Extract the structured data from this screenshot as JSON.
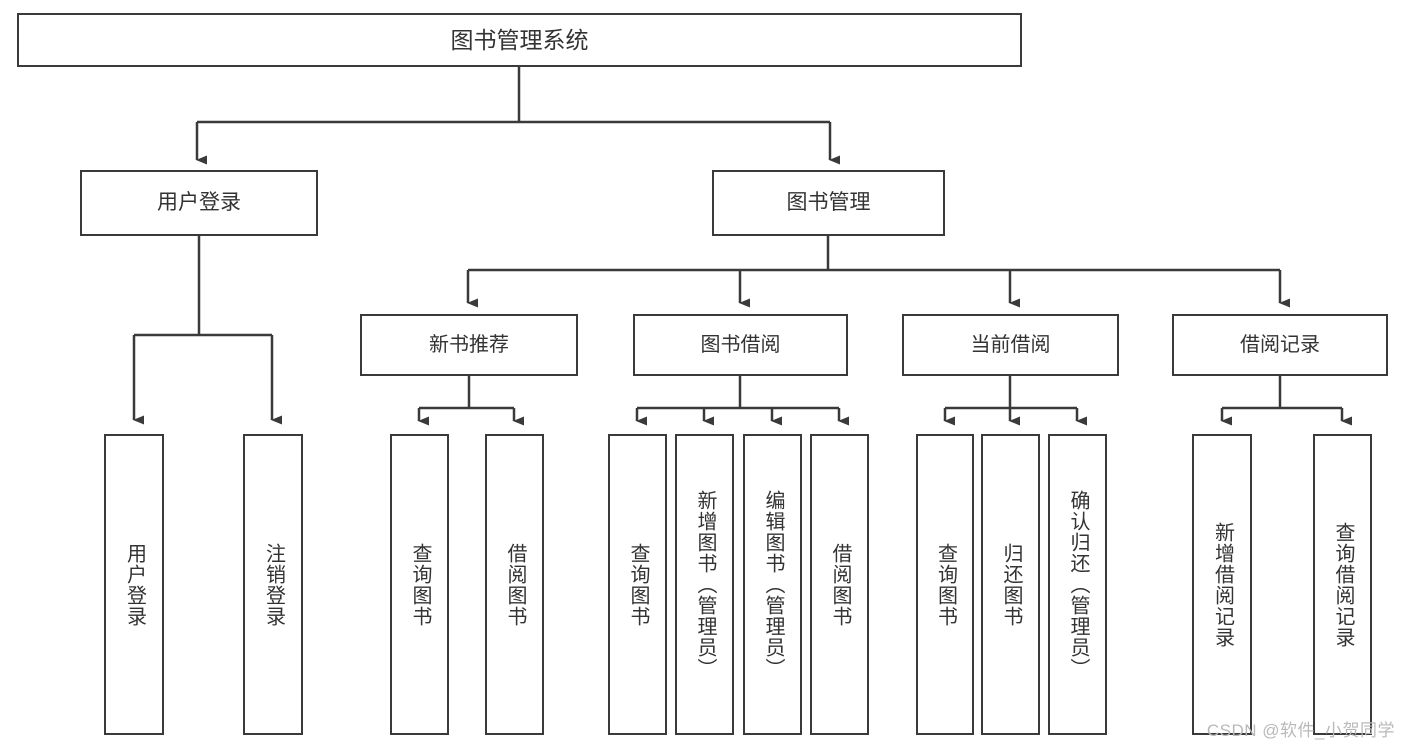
{
  "diagram": {
    "type": "tree",
    "title": "图书管理系统",
    "root": {
      "label": "图书管理系统"
    },
    "level2": [
      {
        "id": "user-login",
        "label": "用户登录"
      },
      {
        "id": "book-management",
        "label": "图书管理"
      }
    ],
    "level3": [
      {
        "id": "new-book-recommend",
        "label": "新书推荐",
        "parent": "book-management"
      },
      {
        "id": "book-borrow",
        "label": "图书借阅",
        "parent": "book-management"
      },
      {
        "id": "current-borrow",
        "label": "当前借阅",
        "parent": "book-management"
      },
      {
        "id": "borrow-record",
        "label": "借阅记录",
        "parent": "book-management"
      }
    ],
    "leaves": [
      {
        "id": "leaf-user-login",
        "label": "用户登录",
        "parent": "user-login"
      },
      {
        "id": "leaf-logout-login",
        "label": "注销登录",
        "parent": "user-login"
      },
      {
        "id": "leaf-query-book-1",
        "label": "查询图书",
        "parent": "new-book-recommend"
      },
      {
        "id": "leaf-borrow-book-1",
        "label": "借阅图书",
        "parent": "new-book-recommend"
      },
      {
        "id": "leaf-query-book-2",
        "label": "查询图书",
        "parent": "book-borrow"
      },
      {
        "id": "leaf-add-book",
        "label": "新增图书（管理员）",
        "parent": "book-borrow"
      },
      {
        "id": "leaf-edit-book",
        "label": "编辑图书（管理员）",
        "parent": "book-borrow"
      },
      {
        "id": "leaf-borrow-book-2",
        "label": "借阅图书",
        "parent": "book-borrow"
      },
      {
        "id": "leaf-query-book-3",
        "label": "查询图书",
        "parent": "current-borrow"
      },
      {
        "id": "leaf-return-book",
        "label": "归还图书",
        "parent": "current-borrow"
      },
      {
        "id": "leaf-confirm-return",
        "label": "确认归还（管理员）",
        "parent": "current-borrow"
      },
      {
        "id": "leaf-add-record",
        "label": "新增借阅记录",
        "parent": "borrow-record"
      },
      {
        "id": "leaf-query-record",
        "label": "查询借阅记录",
        "parent": "borrow-record"
      }
    ]
  },
  "watermark": {
    "text": "CSDN @软件_小贺同学"
  },
  "colors": {
    "stroke": "#3a3a3a",
    "text": "#333333",
    "background": "#ffffff",
    "watermark": "#b9b9b9"
  }
}
